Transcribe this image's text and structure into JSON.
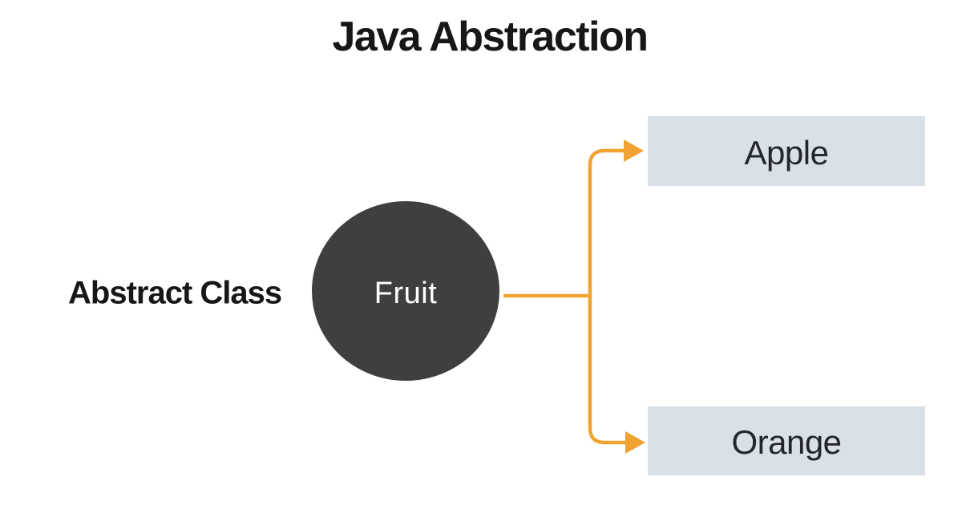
{
  "title": "Java Abstraction",
  "labels": {
    "abstract_class": "Abstract Class"
  },
  "nodes": {
    "parent": {
      "label": "Fruit"
    },
    "children": [
      {
        "label": "Apple"
      },
      {
        "label": "Orange"
      }
    ]
  },
  "colors": {
    "accent-orange": "#F0A232",
    "circle-fill": "#3F3F3F",
    "circle-text": "#FFFFFF",
    "node-fill": "#D9E0E8",
    "node-text": "#23272B",
    "text-dark": "#171717",
    "canvas-bg": "#FFFFFF"
  }
}
